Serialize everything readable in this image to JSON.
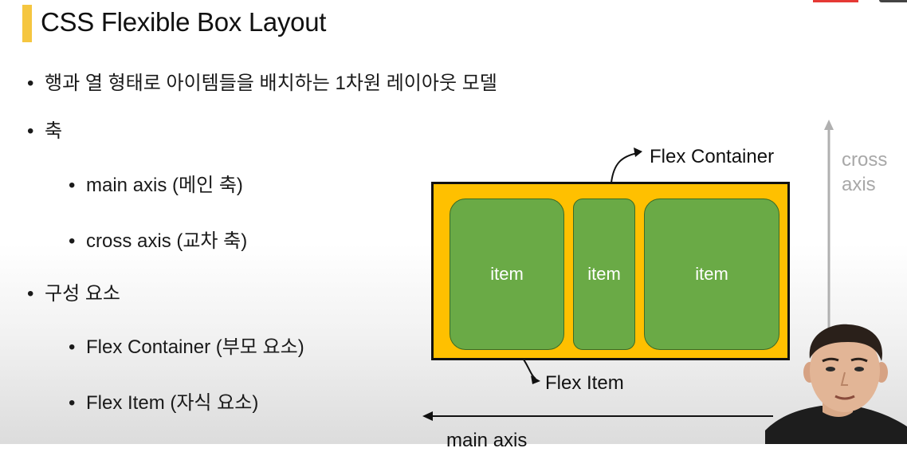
{
  "slide": {
    "title": "CSS Flexible Box Layout",
    "accent_color": "#f5c640",
    "bullets": [
      "행과 열 형태로 아이템들을 배치하는 1차원 레이아웃 모델",
      "축",
      "main axis (메인 축)",
      "cross axis (교차 축)",
      "구성 요소",
      "Flex Container (부모 요소)",
      "Flex Item (자식 요소)"
    ],
    "bullet_glyph": "•"
  },
  "diagram": {
    "container_label": "Flex Container",
    "item_label": "Flex Item",
    "items": [
      "item",
      "item",
      "item"
    ],
    "cross_axis_label_1": "cross",
    "cross_axis_label_2": "axis",
    "main_axis_label": "main axis",
    "container_color": "#ffc000",
    "item_color": "#6aaa46"
  }
}
